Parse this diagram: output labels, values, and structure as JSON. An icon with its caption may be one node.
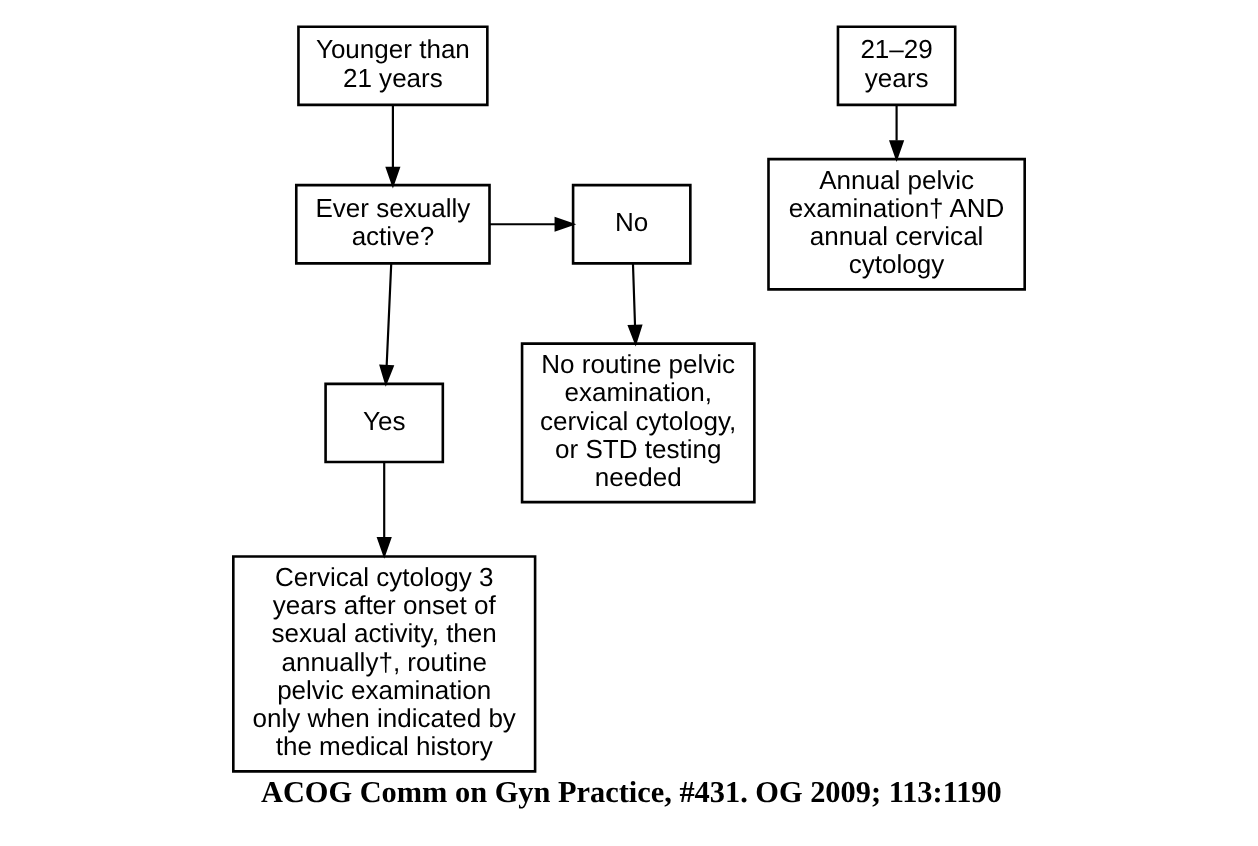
{
  "diagram": {
    "caption": "ACOG Comm on Gyn Practice, #431. OG 2009; 113:1190",
    "nodes": [
      {
        "text": [
          "Younger than 21 years"
        ]
      },
      {
        "text": [
          "21–29 years"
        ]
      },
      {
        "text": [
          "Ever sexually active?"
        ]
      },
      {
        "text": [
          "No"
        ]
      },
      {
        "text": [
          "Annual pelvic examination† AND annual cervical cytology"
        ]
      },
      {
        "text": [
          "Yes"
        ]
      },
      {
        "text": [
          "No routine pelvic examination, cervical cytology, or STD testing needed"
        ]
      },
      {
        "text": [
          "Cervical cytology 3 years after onset of sexual activity, then annually†, routine pelvic examination only when indicated by the medical history"
        ]
      }
    ],
    "edges": [
      {
        "from": 0,
        "to": 2,
        "arrow": "to"
      },
      {
        "from": 1,
        "to": 4,
        "arrow": "to"
      },
      {
        "from": 2,
        "to": 3,
        "arrow": "to"
      },
      {
        "from": 3,
        "to": 6,
        "arrow": "to"
      },
      {
        "from": 2,
        "to": 5,
        "arrow": "to"
      },
      {
        "from": 5,
        "to": 7,
        "arrow": "to"
      }
    ]
  }
}
